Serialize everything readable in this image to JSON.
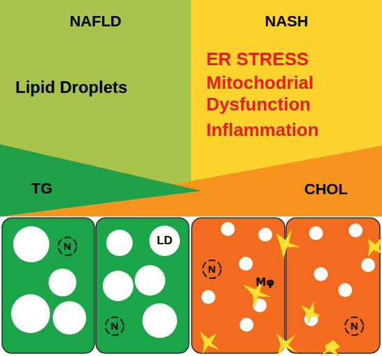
{
  "diagram": {
    "nodes": [
      {
        "text": [
          "NAFLD",
          "Lipid Droplets"
        ]
      },
      {
        "text": [
          "NASH",
          "ER STRESS",
          "Mitochodrial Dysfunction",
          "Inflammation"
        ]
      },
      {
        "text": [
          "TG"
        ]
      },
      {
        "text": [
          "CHOL"
        ]
      },
      {
        "text": [
          "N"
        ]
      },
      {
        "text": [
          "LD"
        ]
      },
      {
        "text": [
          "N"
        ]
      },
      {
        "text": [
          "N"
        ]
      },
      {
        "text": [
          "N"
        ]
      }
    ],
    "labels": [
      "Mφ"
    ]
  }
}
